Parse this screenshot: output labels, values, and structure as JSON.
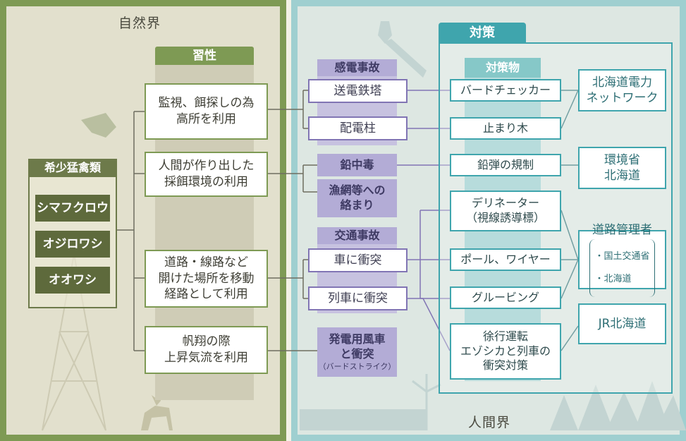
{
  "realms": {
    "nature": "自然界",
    "human": "人間界"
  },
  "raptors": {
    "title": "希少猛禽類",
    "species": [
      "シマフクロウ",
      "オジロワシ",
      "オオワシ"
    ]
  },
  "habits": {
    "title": "習性",
    "items": [
      "監視、餌探しの為\n高所を利用",
      "人間が作り出した\n採餌環境の利用",
      "道路・線路など\n開けた場所を移動\n経路として利用",
      "帆翔の際\n上昇気流を利用"
    ]
  },
  "causes": {
    "electrocution": {
      "title": "感電事故",
      "items": [
        "送電鉄塔",
        "配電柱"
      ]
    },
    "lead": "鉛中毒",
    "net": "漁網等への\n絡まり",
    "traffic": {
      "title": "交通事故",
      "items": [
        "車に衝突",
        "列車に衝突"
      ]
    },
    "wind": {
      "label": "発電用風車\nと衝突",
      "note": "（バードストライク）"
    }
  },
  "measures": {
    "title": "対策",
    "subtitle": "対策物",
    "items": [
      "バードチェッカー",
      "止まり木",
      "鉛弾の規制",
      "デリネーター\n（視線誘導標）",
      "ポール、ワイヤー",
      "グルービング",
      "徐行運転\nエゾシカと列車の\n衝突対策"
    ]
  },
  "organizations": {
    "power": "北海道電力\nネットワーク",
    "env": "環境省\n北海道",
    "road": {
      "title": "道路管理者",
      "lines": [
        "・国土交通省",
        "・北海道"
      ]
    },
    "jr": "JR北海道"
  },
  "colors": {
    "nature": "#7e9a54",
    "human": "#9fcfd0",
    "accident": "#8175b4",
    "measure": "#3fa5ad"
  }
}
